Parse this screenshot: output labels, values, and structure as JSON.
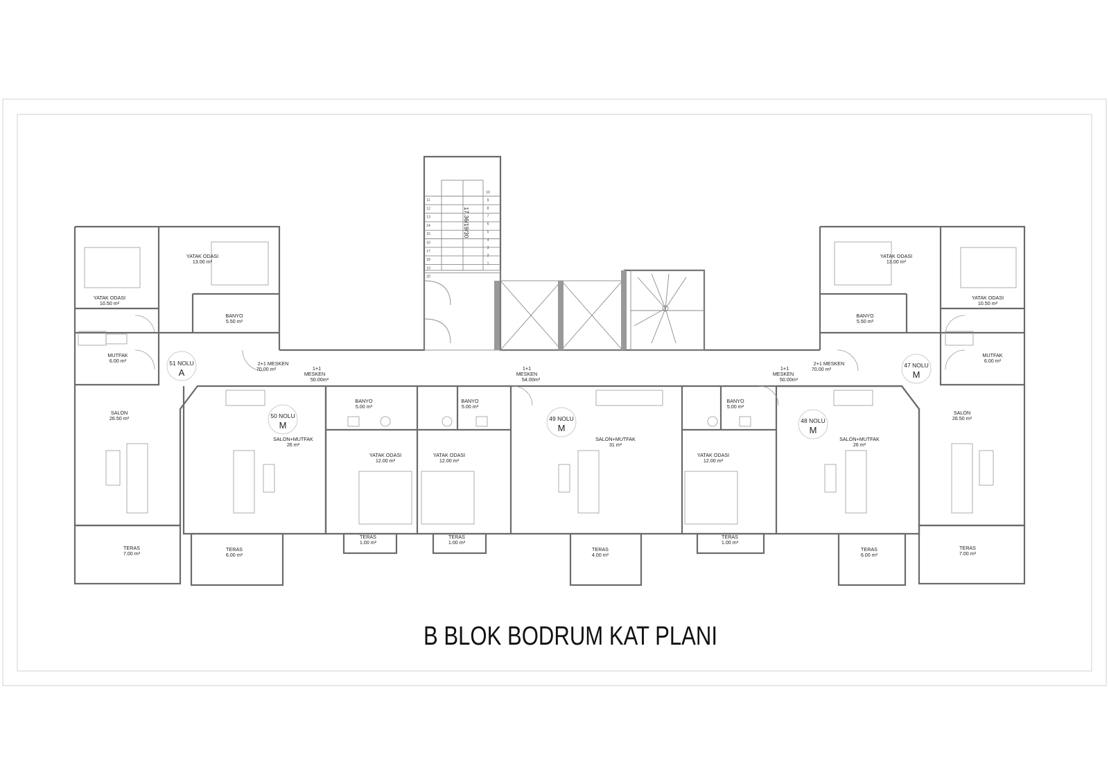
{
  "title": "B BLOK BODRUM KAT PLANI",
  "stair_label": "17.36/19/30",
  "stair_steps_left": [
    "11",
    "12",
    "13",
    "14",
    "15",
    "16",
    "17",
    "18",
    "19",
    "20"
  ],
  "stair_steps_right": [
    "10",
    "9",
    "8",
    "7",
    "6",
    "5",
    "4",
    "3",
    "2",
    "1"
  ],
  "units": [
    {
      "no": "51 NOLU",
      "type": "A",
      "label": "2+1 MESKEN",
      "area": "70.00 m²"
    },
    {
      "no": "50 NOLU",
      "type": "M",
      "label": "1+1",
      "label2": "MESKEN",
      "area": "50.00m²"
    },
    {
      "no": "49 NOLU",
      "type": "M",
      "label": "1+1",
      "label2": "MESKEN",
      "area": "54.00m²"
    },
    {
      "no": "48 NOLU",
      "type": "M",
      "label": "1+1",
      "label2": "MESKEN",
      "area": "50.00m²"
    },
    {
      "no": "47 NOLU",
      "type": "M",
      "label": "2+1 MESKEN",
      "area": "70.00 m²"
    }
  ],
  "rooms": [
    {
      "name": "YATAK ODASI",
      "area": "13.00 m²"
    },
    {
      "name": "YATAK ODASI",
      "area": "10.50 m²"
    },
    {
      "name": "BANYO",
      "area": "5.50 m²"
    },
    {
      "name": "MUTFAK",
      "area": "6.00 m²"
    },
    {
      "name": "SALON",
      "area": "26.50 m²"
    },
    {
      "name": "TERAS",
      "area": "7.00 m²"
    },
    {
      "name": "TERAS",
      "area": "6.00 m²"
    },
    {
      "name": "SALON+MUTFAK",
      "area": "26 m²"
    },
    {
      "name": "BANYO",
      "area": "5.00 m²"
    },
    {
      "name": "YATAK ODASI",
      "area": "12.00 m²"
    },
    {
      "name": "TERAS",
      "area": "1.00 m²"
    },
    {
      "name": "BANYO",
      "area": "5.00 m²"
    },
    {
      "name": "YATAK ODASI",
      "area": "12.00 m²"
    },
    {
      "name": "TERAS",
      "area": "1.00 m²"
    },
    {
      "name": "SALON+MUTFAK",
      "area": "31 m²"
    },
    {
      "name": "TERAS",
      "area": "4.00 m²"
    },
    {
      "name": "BANYO",
      "area": "5.00 m²"
    },
    {
      "name": "YATAK ODASI",
      "area": "12.00 m²"
    },
    {
      "name": "TERAS",
      "area": "1.00 m²"
    },
    {
      "name": "SALON+MUTFAK",
      "area": "26 m²"
    },
    {
      "name": "TERAS",
      "area": "6.00 m²"
    },
    {
      "name": "YATAK ODASI",
      "area": "13.00 m²"
    },
    {
      "name": "YATAK ODASI",
      "area": "10.50 m²"
    },
    {
      "name": "BANYO",
      "area": "5.50 m²"
    },
    {
      "name": "MUTFAK",
      "area": "6.00 m²"
    },
    {
      "name": "SALON",
      "area": "26.50 m²"
    },
    {
      "name": "TERAS",
      "area": "7.00 m²"
    }
  ]
}
